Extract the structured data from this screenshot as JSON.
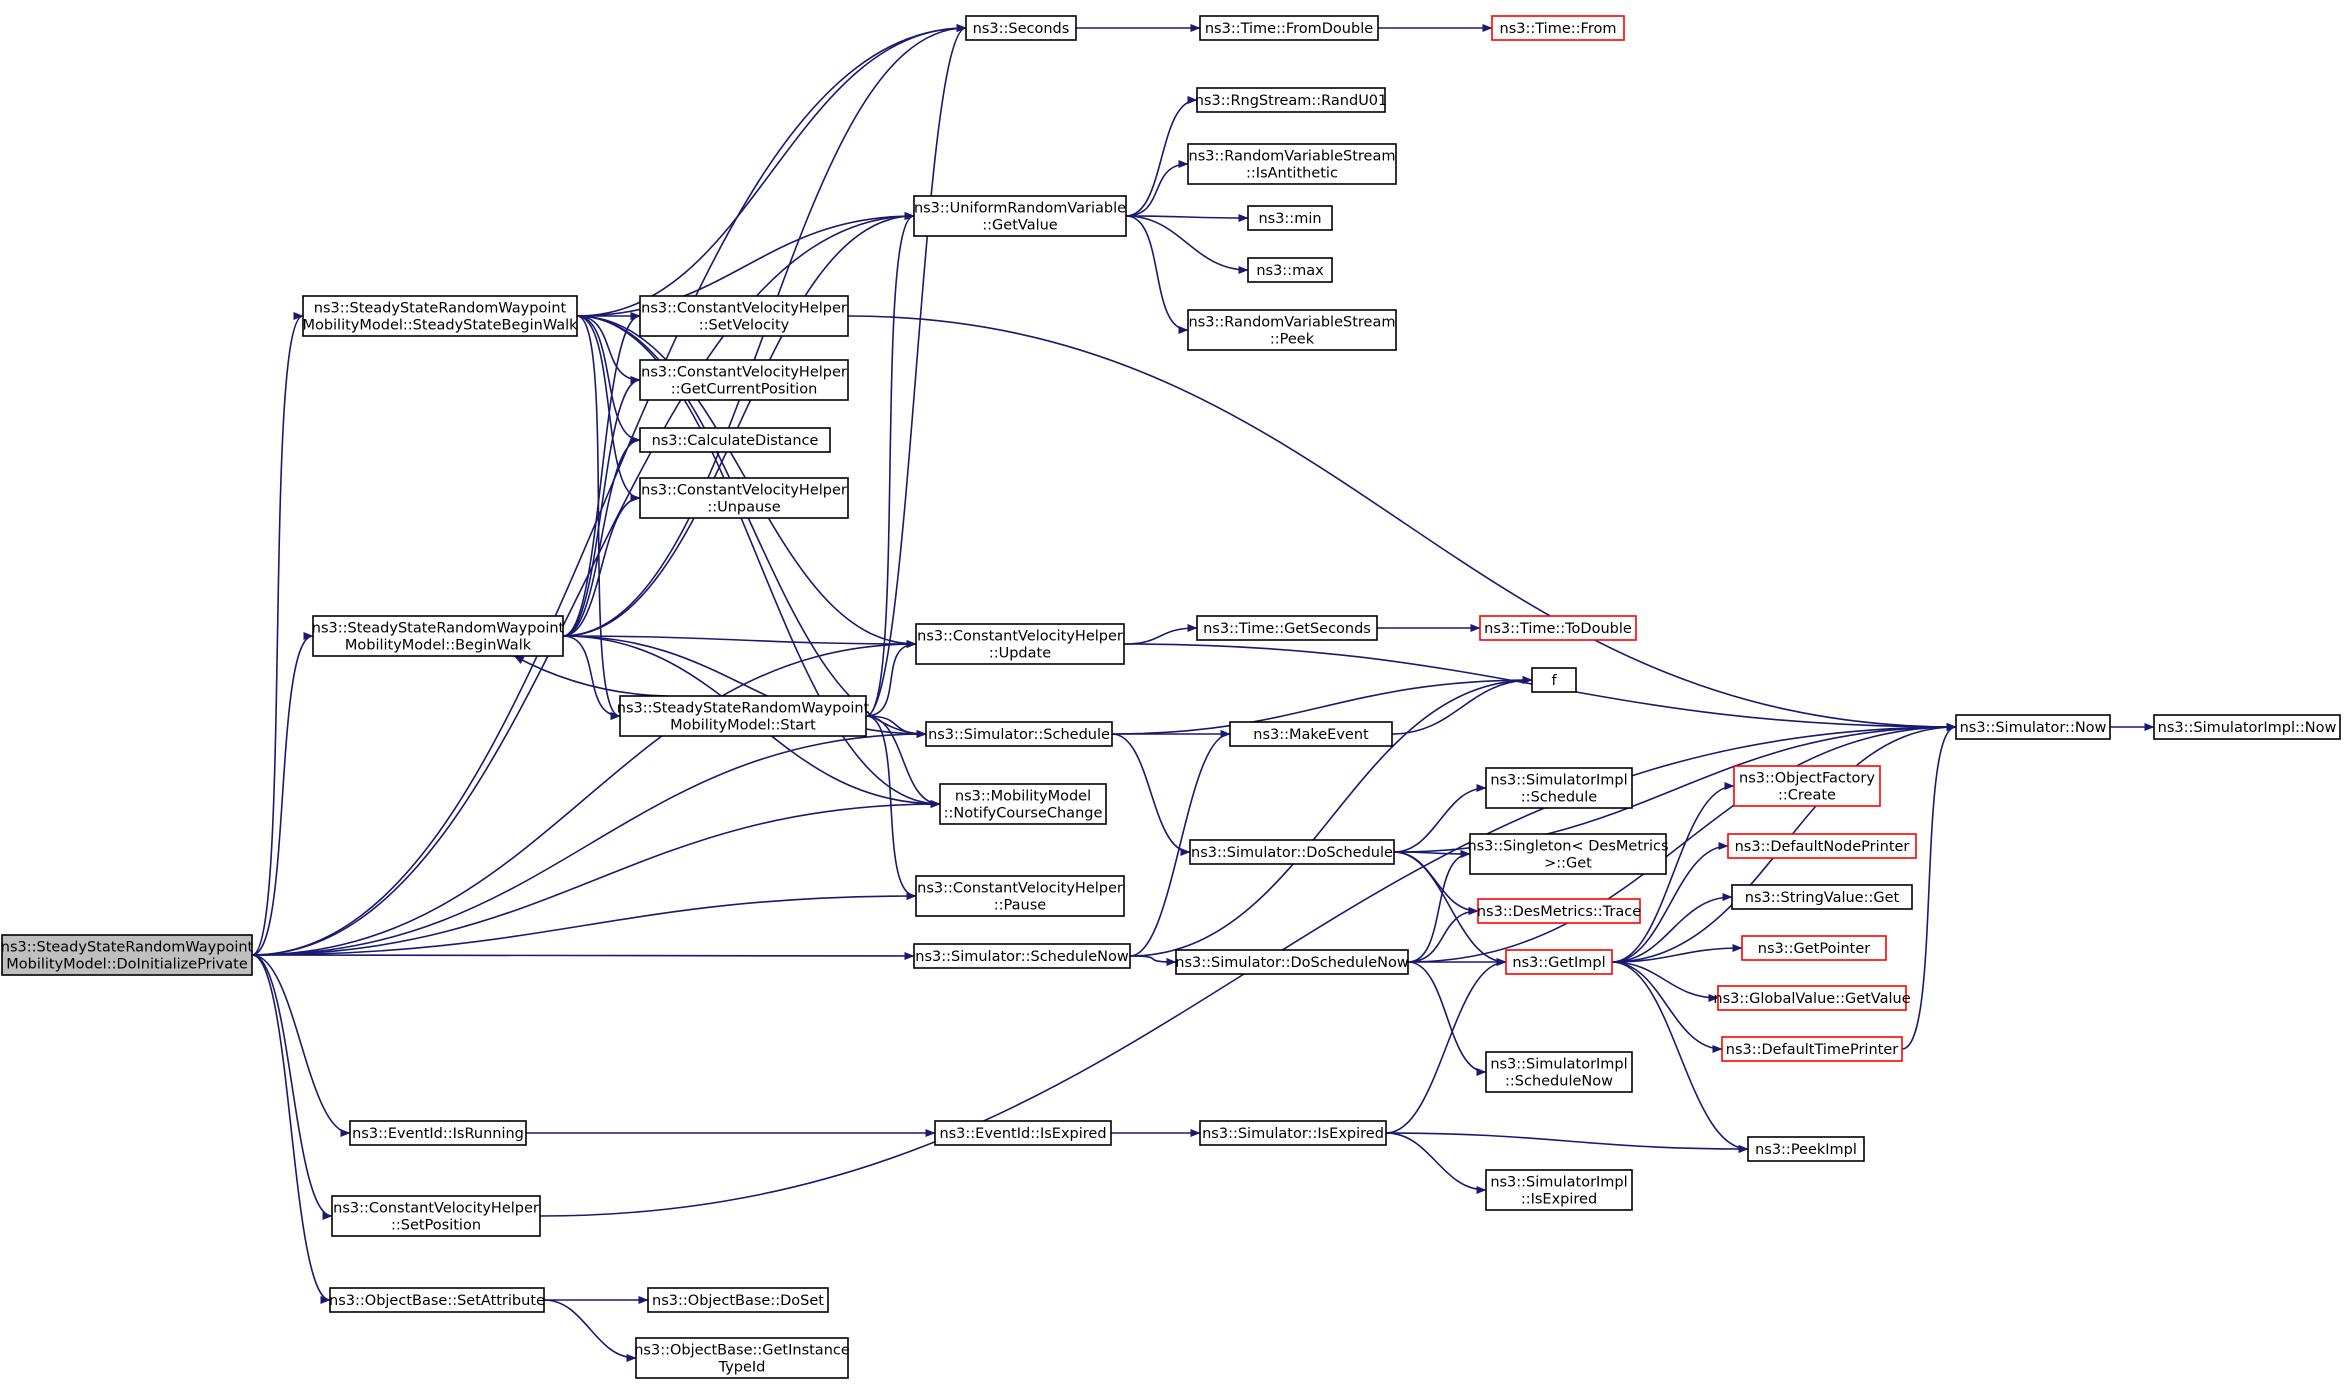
{
  "colors": {
    "edge": "#191970",
    "node_border": "#000000",
    "node_border_link": "#ff0000",
    "root_fill": "#bfbfbf",
    "node_fill": "#ffffff"
  },
  "nodes": [
    {
      "id": "root",
      "lines": [
        "ns3::SteadyStateRandomWaypoint",
        "MobilityModel::DoInitializePrivate"
      ],
      "style": "root"
    },
    {
      "id": "ssbw",
      "lines": [
        "ns3::SteadyStateRandomWaypoint",
        "MobilityModel::SteadyStateBeginWalk"
      ]
    },
    {
      "id": "bw",
      "lines": [
        "ns3::SteadyStateRandomWaypoint",
        "MobilityModel::BeginWalk"
      ]
    },
    {
      "id": "start",
      "lines": [
        "ns3::SteadyStateRandomWaypoint",
        "MobilityModel::Start"
      ]
    },
    {
      "id": "seconds",
      "lines": [
        "ns3::Seconds"
      ]
    },
    {
      "id": "fromdouble",
      "lines": [
        "ns3::Time::FromDouble"
      ]
    },
    {
      "id": "from",
      "lines": [
        "ns3::Time::From"
      ],
      "style": "link"
    },
    {
      "id": "getvalue",
      "lines": [
        "ns3::UniformRandomVariable",
        "::GetValue"
      ]
    },
    {
      "id": "randu01",
      "lines": [
        "ns3::RngStream::RandU01"
      ]
    },
    {
      "id": "isanti",
      "lines": [
        "ns3::RandomVariableStream",
        "::IsAntithetic"
      ]
    },
    {
      "id": "min",
      "lines": [
        "ns3::min"
      ]
    },
    {
      "id": "max",
      "lines": [
        "ns3::max"
      ]
    },
    {
      "id": "peek",
      "lines": [
        "ns3::RandomVariableStream",
        "::Peek"
      ]
    },
    {
      "id": "setvel",
      "lines": [
        "ns3::ConstantVelocityHelper",
        "::SetVelocity"
      ]
    },
    {
      "id": "getcur",
      "lines": [
        "ns3::ConstantVelocityHelper",
        "::GetCurrentPosition"
      ]
    },
    {
      "id": "caldist",
      "lines": [
        "ns3::CalculateDistance"
      ]
    },
    {
      "id": "unpause",
      "lines": [
        "ns3::ConstantVelocityHelper",
        "::Unpause"
      ]
    },
    {
      "id": "update",
      "lines": [
        "ns3::ConstantVelocityHelper",
        "::Update"
      ]
    },
    {
      "id": "getsec",
      "lines": [
        "ns3::Time::GetSeconds"
      ]
    },
    {
      "id": "todouble",
      "lines": [
        "ns3::Time::ToDouble"
      ],
      "style": "link"
    },
    {
      "id": "f",
      "lines": [
        "f"
      ]
    },
    {
      "id": "schedule",
      "lines": [
        "ns3::Simulator::Schedule"
      ]
    },
    {
      "id": "makeevent",
      "lines": [
        "ns3::MakeEvent"
      ]
    },
    {
      "id": "now",
      "lines": [
        "ns3::Simulator::Now"
      ]
    },
    {
      "id": "implnow",
      "lines": [
        "ns3::SimulatorImpl::Now"
      ]
    },
    {
      "id": "notify",
      "lines": [
        "ns3::MobilityModel",
        "::NotifyCourseChange"
      ]
    },
    {
      "id": "pause",
      "lines": [
        "ns3::ConstantVelocityHelper",
        "::Pause"
      ]
    },
    {
      "id": "schednow",
      "lines": [
        "ns3::Simulator::ScheduleNow"
      ]
    },
    {
      "id": "dosched",
      "lines": [
        "ns3::Simulator::DoSchedule"
      ]
    },
    {
      "id": "implsched",
      "lines": [
        "ns3::SimulatorImpl",
        "::Schedule"
      ]
    },
    {
      "id": "singleton",
      "lines": [
        "ns3::Singleton< DesMetrics",
        ">::Get"
      ]
    },
    {
      "id": "trace",
      "lines": [
        "ns3::DesMetrics::Trace"
      ],
      "style": "link"
    },
    {
      "id": "doschednow",
      "lines": [
        "ns3::Simulator::DoScheduleNow"
      ]
    },
    {
      "id": "getimpl",
      "lines": [
        "ns3::GetImpl"
      ],
      "style": "link"
    },
    {
      "id": "objfact",
      "lines": [
        "ns3::ObjectFactory",
        "::Create"
      ],
      "style": "link"
    },
    {
      "id": "defnode",
      "lines": [
        "ns3::DefaultNodePrinter"
      ],
      "style": "link"
    },
    {
      "id": "strval",
      "lines": [
        "ns3::StringValue::Get"
      ]
    },
    {
      "id": "getptr",
      "lines": [
        "ns3::GetPointer"
      ],
      "style": "link"
    },
    {
      "id": "globval",
      "lines": [
        "ns3::GlobalValue::GetValue"
      ],
      "style": "link"
    },
    {
      "id": "deftime",
      "lines": [
        "ns3::DefaultTimePrinter"
      ],
      "style": "link"
    },
    {
      "id": "implschednow",
      "lines": [
        "ns3::SimulatorImpl",
        "::ScheduleNow"
      ]
    },
    {
      "id": "isrunning",
      "lines": [
        "ns3::EventId::IsRunning"
      ]
    },
    {
      "id": "isexpired",
      "lines": [
        "ns3::EventId::IsExpired"
      ]
    },
    {
      "id": "simisexp",
      "lines": [
        "ns3::Simulator::IsExpired"
      ]
    },
    {
      "id": "peekimpl",
      "lines": [
        "ns3::PeekImpl"
      ]
    },
    {
      "id": "implisexp",
      "lines": [
        "ns3::SimulatorImpl",
        "::IsExpired"
      ]
    },
    {
      "id": "setpos",
      "lines": [
        "ns3::ConstantVelocityHelper",
        "::SetPosition"
      ]
    },
    {
      "id": "setattr",
      "lines": [
        "ns3::ObjectBase::SetAttribute"
      ]
    },
    {
      "id": "doset",
      "lines": [
        "ns3::ObjectBase::DoSet"
      ]
    },
    {
      "id": "getinst",
      "lines": [
        "ns3::ObjectBase::GetInstance",
        "TypeId"
      ]
    }
  ],
  "edges": [
    [
      "root",
      "seconds"
    ],
    [
      "root",
      "getvalue"
    ],
    [
      "root",
      "ssbw"
    ],
    [
      "root",
      "bw"
    ],
    [
      "root",
      "update"
    ],
    [
      "root",
      "schedule"
    ],
    [
      "root",
      "notify"
    ],
    [
      "root",
      "pause"
    ],
    [
      "root",
      "schednow"
    ],
    [
      "root",
      "isrunning"
    ],
    [
      "root",
      "setpos"
    ],
    [
      "root",
      "setattr"
    ],
    [
      "ssbw",
      "seconds"
    ],
    [
      "ssbw",
      "getvalue"
    ],
    [
      "ssbw",
      "setvel"
    ],
    [
      "ssbw",
      "getcur"
    ],
    [
      "ssbw",
      "caldist"
    ],
    [
      "ssbw",
      "unpause"
    ],
    [
      "ssbw",
      "update"
    ],
    [
      "ssbw",
      "start"
    ],
    [
      "ssbw",
      "schedule"
    ],
    [
      "ssbw",
      "notify"
    ],
    [
      "bw",
      "seconds"
    ],
    [
      "bw",
      "getvalue"
    ],
    [
      "bw",
      "setvel"
    ],
    [
      "bw",
      "getcur"
    ],
    [
      "bw",
      "caldist"
    ],
    [
      "bw",
      "unpause"
    ],
    [
      "bw",
      "update"
    ],
    [
      "bw",
      "start"
    ],
    [
      "bw",
      "schedule"
    ],
    [
      "bw",
      "notify"
    ],
    [
      "start",
      "bw"
    ],
    [
      "start",
      "seconds"
    ],
    [
      "start",
      "getvalue"
    ],
    [
      "start",
      "update"
    ],
    [
      "start",
      "schedule"
    ],
    [
      "start",
      "notify"
    ],
    [
      "start",
      "pause"
    ],
    [
      "seconds",
      "fromdouble"
    ],
    [
      "fromdouble",
      "from"
    ],
    [
      "getvalue",
      "randu01"
    ],
    [
      "getvalue",
      "isanti"
    ],
    [
      "getvalue",
      "min"
    ],
    [
      "getvalue",
      "max"
    ],
    [
      "getvalue",
      "peek"
    ],
    [
      "setvel",
      "now"
    ],
    [
      "update",
      "getsec"
    ],
    [
      "update",
      "now"
    ],
    [
      "getsec",
      "todouble"
    ],
    [
      "schedule",
      "f"
    ],
    [
      "schedule",
      "makeevent"
    ],
    [
      "schedule",
      "dosched"
    ],
    [
      "makeevent",
      "f"
    ],
    [
      "schednow",
      "f"
    ],
    [
      "schednow",
      "makeevent"
    ],
    [
      "schednow",
      "doschednow"
    ],
    [
      "dosched",
      "now"
    ],
    [
      "dosched",
      "implsched"
    ],
    [
      "dosched",
      "singleton"
    ],
    [
      "dosched",
      "trace"
    ],
    [
      "dosched",
      "getimpl"
    ],
    [
      "doschednow",
      "singleton"
    ],
    [
      "doschednow",
      "trace"
    ],
    [
      "doschednow",
      "getimpl"
    ],
    [
      "doschednow",
      "implschednow"
    ],
    [
      "doschednow",
      "now"
    ],
    [
      "getimpl",
      "now"
    ],
    [
      "getimpl",
      "objfact"
    ],
    [
      "getimpl",
      "defnode"
    ],
    [
      "getimpl",
      "strval"
    ],
    [
      "getimpl",
      "getptr"
    ],
    [
      "getimpl",
      "globval"
    ],
    [
      "getimpl",
      "deftime"
    ],
    [
      "getimpl",
      "peekimpl"
    ],
    [
      "deftime",
      "now"
    ],
    [
      "now",
      "implnow"
    ],
    [
      "isrunning",
      "isexpired"
    ],
    [
      "isexpired",
      "simisexp"
    ],
    [
      "simisexp",
      "getimpl"
    ],
    [
      "simisexp",
      "peekimpl"
    ],
    [
      "simisexp",
      "implisexp"
    ],
    [
      "setpos",
      "now"
    ],
    [
      "setattr",
      "doset"
    ],
    [
      "setattr",
      "getinst"
    ]
  ]
}
